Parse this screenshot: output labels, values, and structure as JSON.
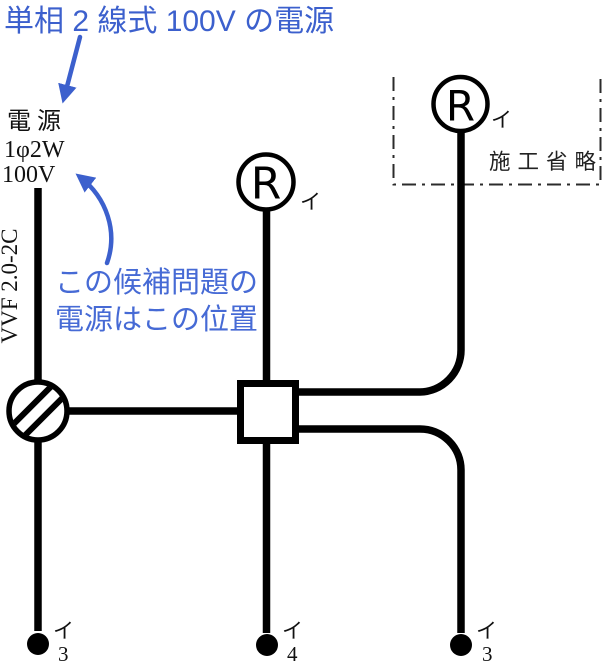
{
  "colors": {
    "annotation_blue": "#3c60cd",
    "wire_black": "#000000",
    "text_black": "#111111"
  },
  "header": {
    "title": "単相 2 線式 100V の電源"
  },
  "note": {
    "line1": "この候補問題の",
    "line2": "電源はこの位置"
  },
  "source": {
    "line1": "電 源",
    "line2": "1φ2W",
    "line3": "100V"
  },
  "cable": {
    "label": "VVF 2.0-2C"
  },
  "omission": {
    "label": "施工省略"
  },
  "lamps": {
    "center": {
      "symbol": "R",
      "tag": "イ"
    },
    "top_right": {
      "symbol": "R",
      "tag": "イ"
    }
  },
  "terminals": {
    "left": {
      "tag": "イ",
      "num": "3"
    },
    "middle": {
      "tag": "イ",
      "num": "4"
    },
    "right": {
      "tag": "イ",
      "num": "3"
    }
  }
}
